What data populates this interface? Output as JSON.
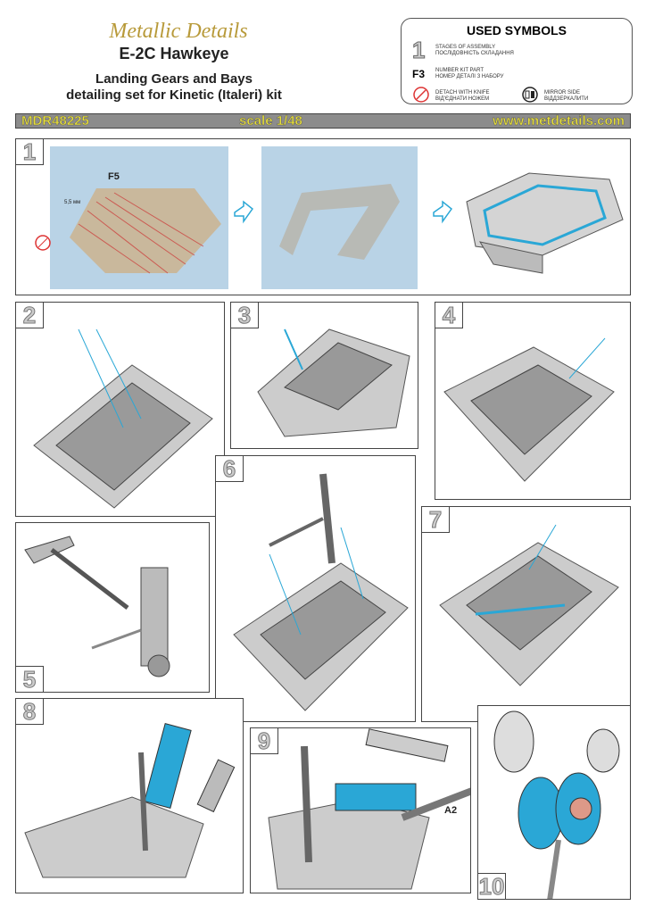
{
  "header": {
    "logo": "Metallic Details",
    "model": "E-2C Hawkeye",
    "subtitle_1": "Landing Gears and Bays",
    "subtitle_2": "detailing set for Kinetic (Italeri) kit"
  },
  "symbols": {
    "title": "USED SYMBOLS",
    "stage_glyph": "1",
    "stage_en": "STAGES OF ASSEMBLY",
    "stage_ua": "ПОСЛІДОВНІСТЬ СКЛАДАННЯ",
    "part_glyph": "F3",
    "part_en": "NUMBER KIT PART",
    "part_ua": "НОМЕР ДЕТАЛІ З НАБОРУ",
    "knife_en": "DETACH WITH KNIFE",
    "knife_ua": "ВІД'ЄДНАТИ НОЖЕМ",
    "mirror_en": "MIRROR SIDE",
    "mirror_ua": "ВІДДЗЕРКАЛИТИ"
  },
  "bar": {
    "code": "MDR48225",
    "scale": "scale 1/48",
    "url": "www.metdetails.com"
  },
  "steps": {
    "s1": "1",
    "s2": "2",
    "s3": "3",
    "s4": "4",
    "s5": "5",
    "s6": "6",
    "s7": "7",
    "s8": "8",
    "s9": "9",
    "s10": "10"
  },
  "labels": {
    "part_f5": "F5",
    "measure": "5,5 мм",
    "part_a2": "A2"
  },
  "colors": {
    "accent": "#e6dd3a",
    "bar": "#8c8c8c",
    "etch": "#2aa7d6",
    "resin": "#c9ccc8"
  }
}
